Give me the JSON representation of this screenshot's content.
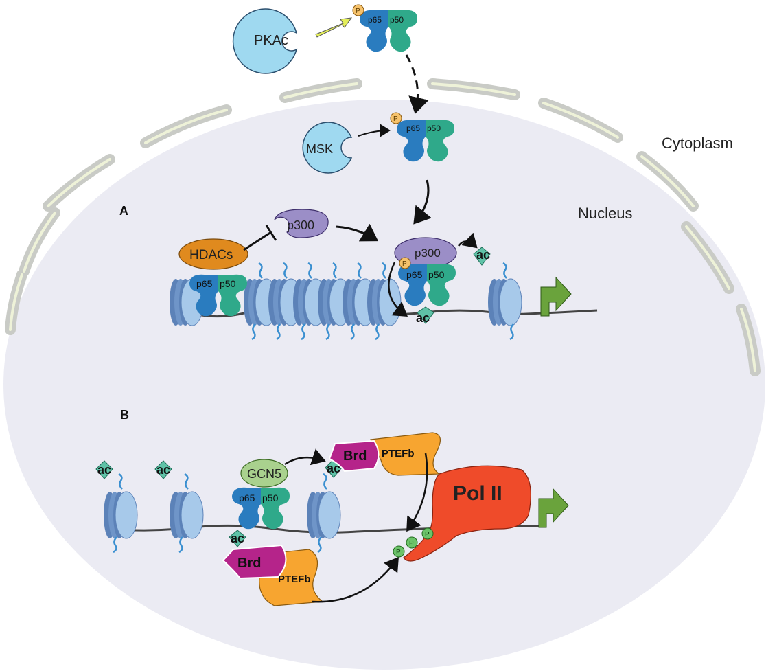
{
  "labels": {
    "cytoplasm": "Cytoplasm",
    "nucleus": "Nucleus",
    "panel_a": "A",
    "panel_b": "B"
  },
  "proteins": {
    "pkac": "PKAc",
    "msk": "MSK",
    "p300": "p300",
    "hdacs": "HDACs",
    "gcn5": "GCN5",
    "p65": "p65",
    "p50": "p50",
    "brd": "Brd",
    "ptefb": "PTEFb",
    "pol2": "Pol II",
    "phospho": "P",
    "acetyl": "ac"
  },
  "colors": {
    "kinase": "#9fd9f0",
    "p300": "#9b8ec7",
    "hdac": "#e08a1e",
    "gcn5": "#a9d18e",
    "p65": "#2a7cbf",
    "p50": "#2fa98a",
    "brd": "#b5248a",
    "ptefb": "#f7a530",
    "pol2": "#ef4b2a",
    "arrow_green": "#6aa33c",
    "nucleus_fill": "#ebebf3",
    "envelope": "#d6d9d0"
  }
}
